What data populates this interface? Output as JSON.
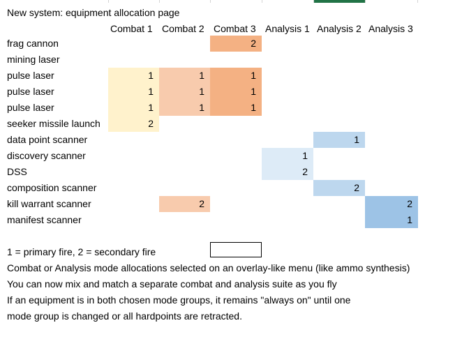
{
  "title": "New system: equipment allocation page",
  "headers": [
    "Combat 1",
    "Combat 2",
    "Combat 3",
    "Analysis 1",
    "Analysis 2",
    "Analysis 3"
  ],
  "rows": [
    {
      "label": "frag cannon",
      "cells": [
        {
          "col": 2,
          "value": "2",
          "color": "#f4b183"
        }
      ]
    },
    {
      "label": "mining laser",
      "cells": []
    },
    {
      "label": "pulse laser",
      "cells": [
        {
          "col": 0,
          "value": "1",
          "color": "#fff2cc"
        },
        {
          "col": 1,
          "value": "1",
          "color": "#f8cbad"
        },
        {
          "col": 2,
          "value": "1",
          "color": "#f4b183"
        }
      ]
    },
    {
      "label": "pulse laser",
      "cells": [
        {
          "col": 0,
          "value": "1",
          "color": "#fff2cc"
        },
        {
          "col": 1,
          "value": "1",
          "color": "#f8cbad"
        },
        {
          "col": 2,
          "value": "1",
          "color": "#f4b183"
        }
      ]
    },
    {
      "label": "pulse laser",
      "cells": [
        {
          "col": 0,
          "value": "1",
          "color": "#fff2cc"
        },
        {
          "col": 1,
          "value": "1",
          "color": "#f8cbad"
        },
        {
          "col": 2,
          "value": "1",
          "color": "#f4b183"
        }
      ]
    },
    {
      "label": "seeker missile launch",
      "cells": [
        {
          "col": 0,
          "value": "2",
          "color": "#fff2cc"
        }
      ]
    },
    {
      "label": "data point scanner",
      "cells": [
        {
          "col": 4,
          "value": "1",
          "color": "#bdd7ee"
        }
      ]
    },
    {
      "label": "discovery scanner",
      "cells": [
        {
          "col": 3,
          "value": "1",
          "color": "#ddebf7"
        }
      ]
    },
    {
      "label": "DSS",
      "cells": [
        {
          "col": 3,
          "value": "2",
          "color": "#ddebf7"
        }
      ]
    },
    {
      "label": "composition scanner",
      "cells": [
        {
          "col": 4,
          "value": "2",
          "color": "#bdd7ee"
        }
      ]
    },
    {
      "label": "kill warrant scanner",
      "cells": [
        {
          "col": 1,
          "value": "2",
          "color": "#f8cbad"
        },
        {
          "col": 5,
          "value": "2",
          "color": "#9dc3e6"
        }
      ]
    },
    {
      "label": "manifest scanner",
      "cells": [
        {
          "col": 5,
          "value": "1",
          "color": "#9dc3e6"
        }
      ]
    }
  ],
  "notes": [
    "1 = primary fire, 2 = secondary fire",
    "Combat or Analysis mode allocations selected on an overlay-like menu (like ammo synthesis)",
    "You can now mix and match a separate combat and analysis suite as you fly",
    "If an equipment is in both chosen mode groups, it remains \"always on\" until one",
    "mode group is changed or all hardpoints are retracted."
  ]
}
